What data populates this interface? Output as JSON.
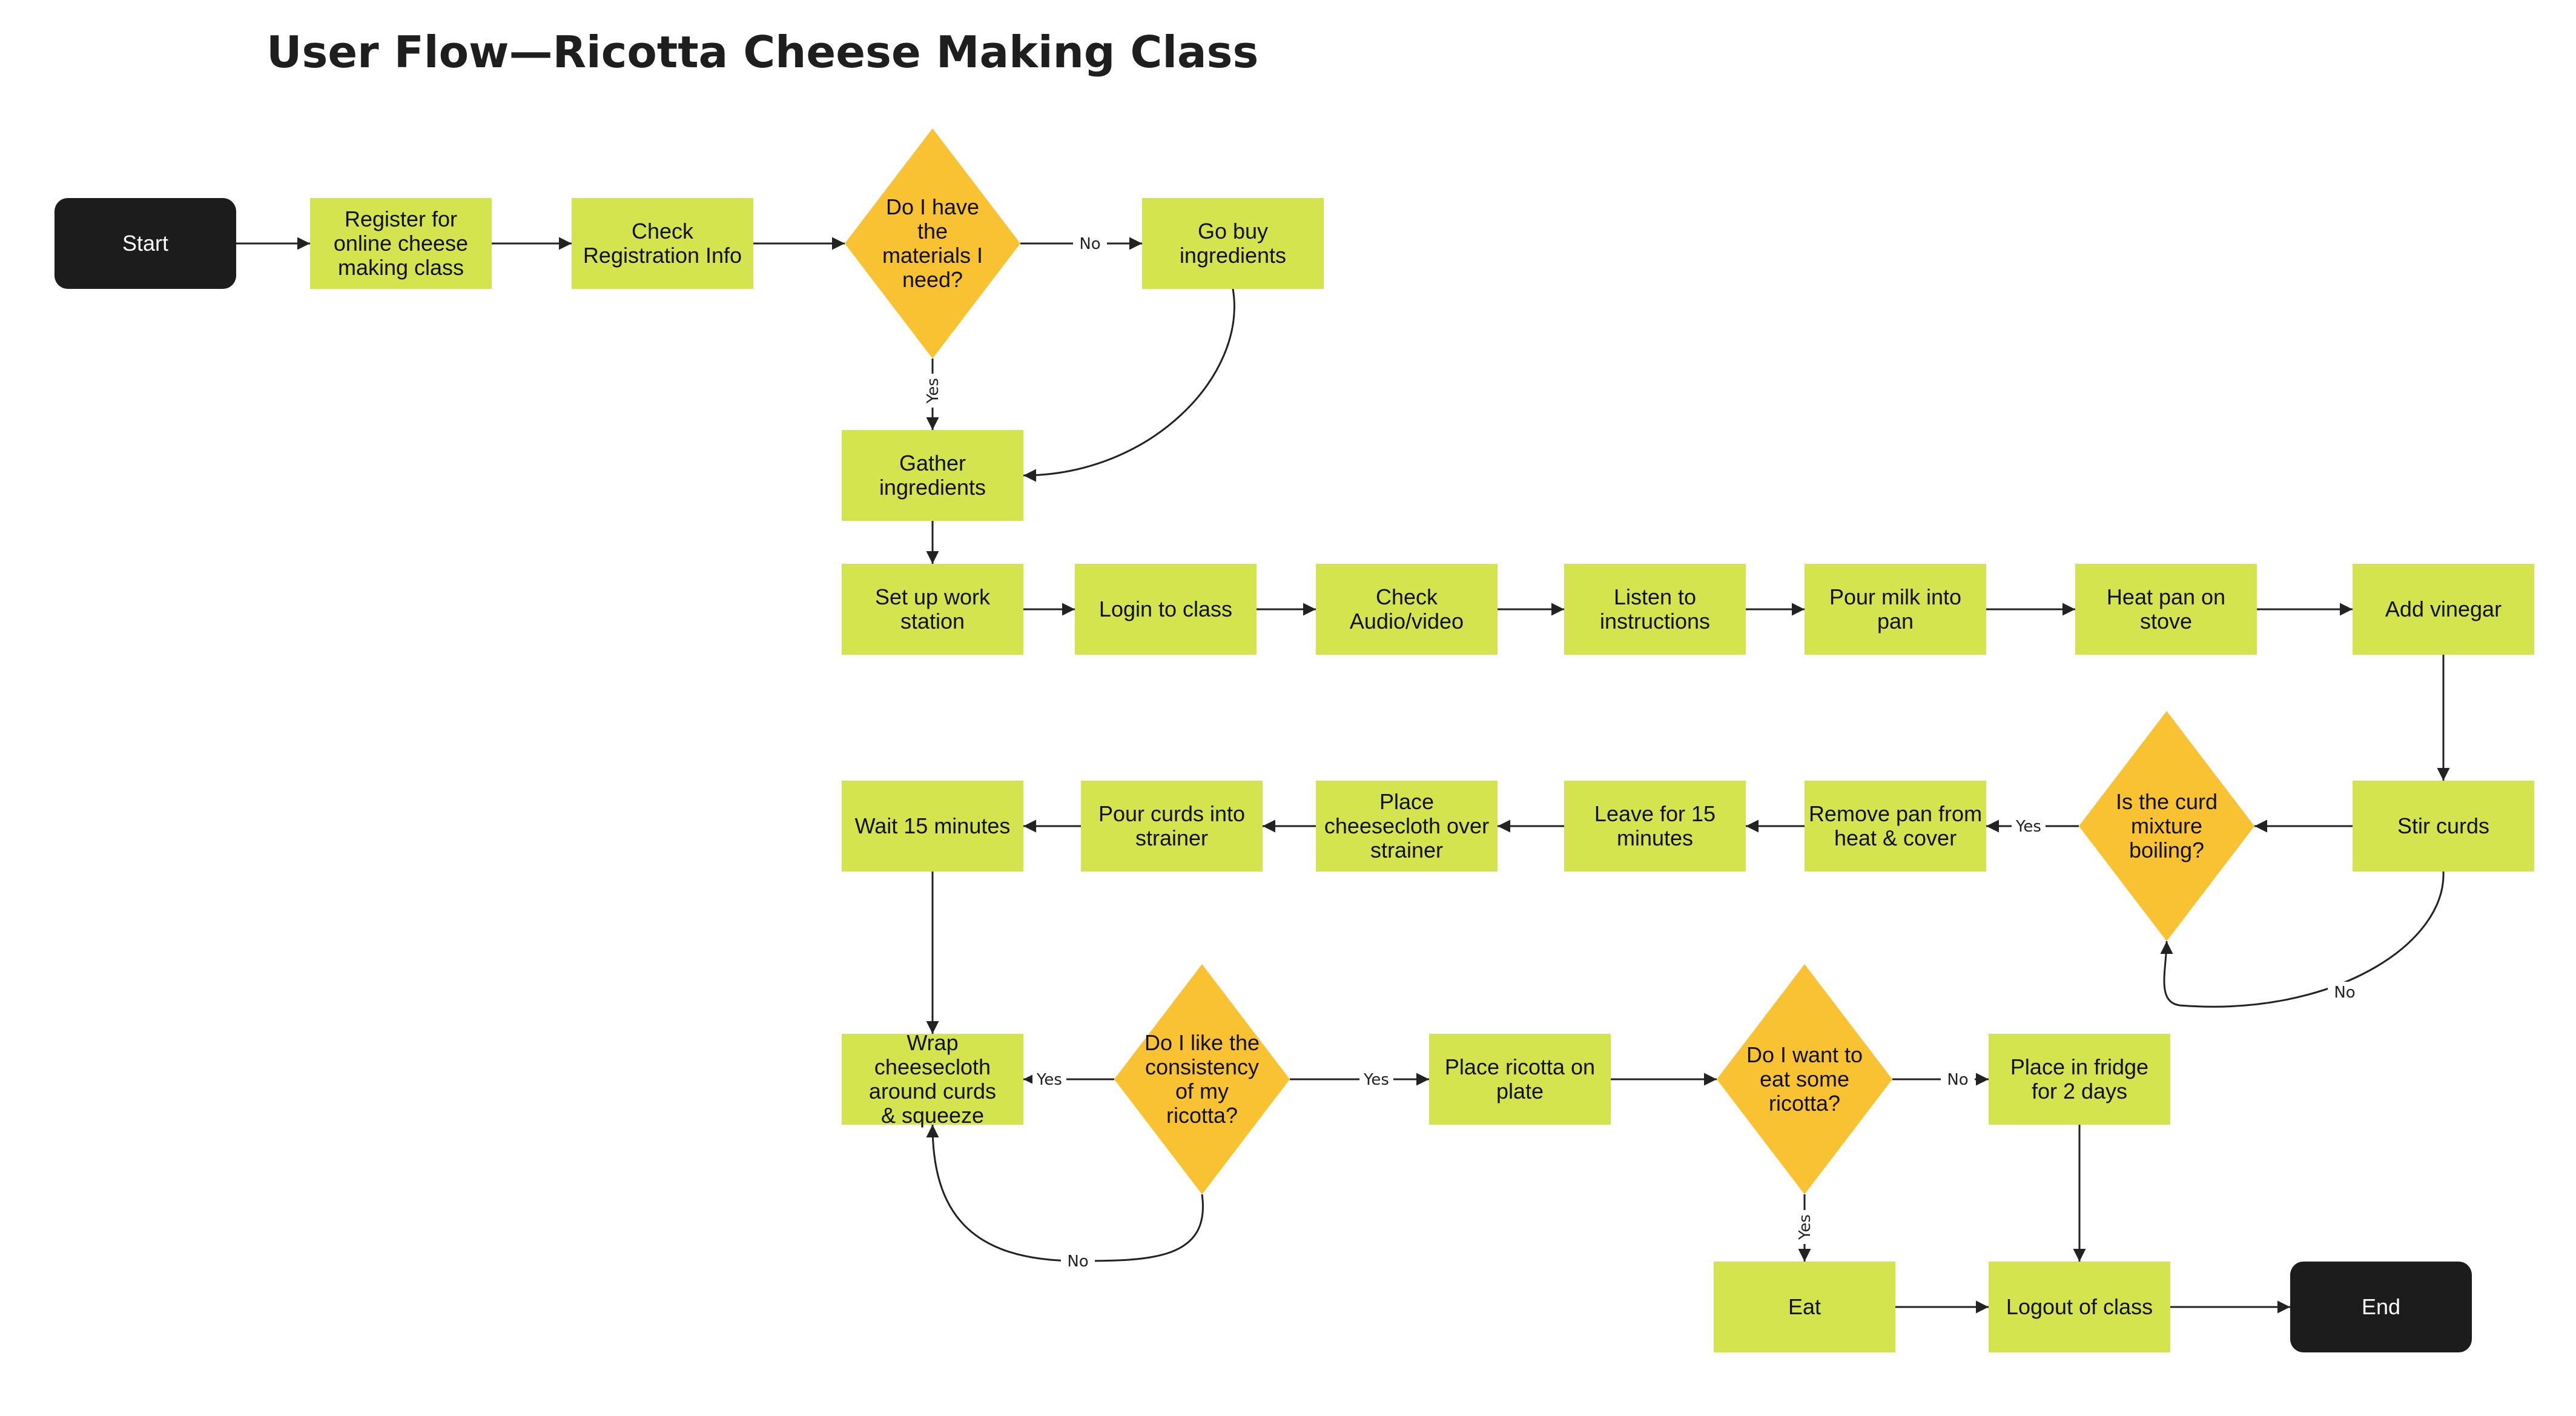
{
  "title": "User Flow—Ricotta Cheese Making Class",
  "colors": {
    "process": "#d4e44e",
    "decision": "#f8c232",
    "terminal": "#1c1c1c",
    "terminal_text": "#ffffff",
    "line": "#222222"
  },
  "nodes": {
    "start": {
      "type": "terminal",
      "lines": [
        "Start"
      ]
    },
    "register": {
      "type": "process",
      "lines": [
        "Register for",
        "online cheese",
        "making class"
      ]
    },
    "check_reg": {
      "type": "process",
      "lines": [
        "Check",
        "Registration Info"
      ]
    },
    "have_materials": {
      "type": "decision",
      "lines": [
        "Do I have",
        "the",
        "materials I",
        "need?"
      ]
    },
    "go_buy": {
      "type": "process",
      "lines": [
        "Go buy",
        "ingredients"
      ]
    },
    "gather": {
      "type": "process",
      "lines": [
        "Gather",
        "ingredients"
      ]
    },
    "setup": {
      "type": "process",
      "lines": [
        "Set up work",
        "station"
      ]
    },
    "login": {
      "type": "process",
      "lines": [
        "Login to class"
      ]
    },
    "check_av": {
      "type": "process",
      "lines": [
        "Check",
        "Audio/video"
      ]
    },
    "listen": {
      "type": "process",
      "lines": [
        "Listen to",
        "instructions"
      ]
    },
    "pour_milk": {
      "type": "process",
      "lines": [
        "Pour milk into",
        "pan"
      ]
    },
    "heat_pan": {
      "type": "process",
      "lines": [
        "Heat pan on",
        "stove"
      ]
    },
    "add_vinegar": {
      "type": "process",
      "lines": [
        "Add vinegar"
      ]
    },
    "stir": {
      "type": "process",
      "lines": [
        "Stir curds"
      ]
    },
    "boiling": {
      "type": "decision",
      "lines": [
        "Is the curd",
        "mixture",
        "boiling?"
      ]
    },
    "remove_pan": {
      "type": "process",
      "lines": [
        "Remove pan from",
        "heat & cover"
      ]
    },
    "leave15": {
      "type": "process",
      "lines": [
        "Leave for 15",
        "minutes"
      ]
    },
    "place_cloth": {
      "type": "process",
      "lines": [
        "Place",
        "cheesecloth over",
        "strainer"
      ]
    },
    "pour_curds": {
      "type": "process",
      "lines": [
        "Pour curds into",
        "strainer"
      ]
    },
    "wait15": {
      "type": "process",
      "lines": [
        "Wait 15 minutes"
      ]
    },
    "wrap": {
      "type": "process",
      "lines": [
        "Wrap",
        "cheesecloth",
        "around curds",
        "& squeeze"
      ]
    },
    "like": {
      "type": "decision",
      "lines": [
        "Do I like the",
        "consistency",
        "of my",
        "ricotta?"
      ]
    },
    "place_plate": {
      "type": "process",
      "lines": [
        "Place ricotta on",
        "plate"
      ]
    },
    "want_some": {
      "type": "decision",
      "lines": [
        "Do I want to",
        "eat some",
        "ricotta?"
      ]
    },
    "fridge": {
      "type": "process",
      "lines": [
        "Place in fridge",
        "for 2 days"
      ]
    },
    "eat": {
      "type": "process",
      "lines": [
        "Eat"
      ]
    },
    "logout": {
      "type": "process",
      "lines": [
        "Logout of class"
      ]
    },
    "end": {
      "type": "terminal",
      "lines": [
        "End"
      ]
    }
  },
  "edges": [
    {
      "from": "start",
      "to": "register",
      "label": ""
    },
    {
      "from": "register",
      "to": "check_reg",
      "label": ""
    },
    {
      "from": "check_reg",
      "to": "have_materials",
      "label": ""
    },
    {
      "from": "have_materials",
      "to": "go_buy",
      "label": "No"
    },
    {
      "from": "have_materials",
      "to": "gather",
      "label": "Yes"
    },
    {
      "from": "go_buy",
      "to": "gather",
      "label": ""
    },
    {
      "from": "gather",
      "to": "setup",
      "label": ""
    },
    {
      "from": "setup",
      "to": "login",
      "label": ""
    },
    {
      "from": "login",
      "to": "check_av",
      "label": ""
    },
    {
      "from": "check_av",
      "to": "listen",
      "label": ""
    },
    {
      "from": "listen",
      "to": "pour_milk",
      "label": ""
    },
    {
      "from": "pour_milk",
      "to": "heat_pan",
      "label": ""
    },
    {
      "from": "heat_pan",
      "to": "add_vinegar",
      "label": ""
    },
    {
      "from": "add_vinegar",
      "to": "stir",
      "label": ""
    },
    {
      "from": "stir",
      "to": "boiling",
      "label": ""
    },
    {
      "from": "stir",
      "to": "boiling",
      "label": "No"
    },
    {
      "from": "boiling",
      "to": "remove_pan",
      "label": "Yes"
    },
    {
      "from": "remove_pan",
      "to": "leave15",
      "label": ""
    },
    {
      "from": "leave15",
      "to": "place_cloth",
      "label": ""
    },
    {
      "from": "place_cloth",
      "to": "pour_curds",
      "label": ""
    },
    {
      "from": "pour_curds",
      "to": "wait15",
      "label": ""
    },
    {
      "from": "wait15",
      "to": "wrap",
      "label": ""
    },
    {
      "from": "like",
      "to": "wrap",
      "label": "Yes"
    },
    {
      "from": "like",
      "to": "wrap",
      "label": "No"
    },
    {
      "from": "like",
      "to": "place_plate",
      "label": "Yes"
    },
    {
      "from": "place_plate",
      "to": "want_some",
      "label": ""
    },
    {
      "from": "want_some",
      "to": "fridge",
      "label": "No"
    },
    {
      "from": "want_some",
      "to": "eat",
      "label": "Yes"
    },
    {
      "from": "fridge",
      "to": "logout",
      "label": ""
    },
    {
      "from": "eat",
      "to": "logout",
      "label": ""
    },
    {
      "from": "logout",
      "to": "end",
      "label": ""
    }
  ]
}
